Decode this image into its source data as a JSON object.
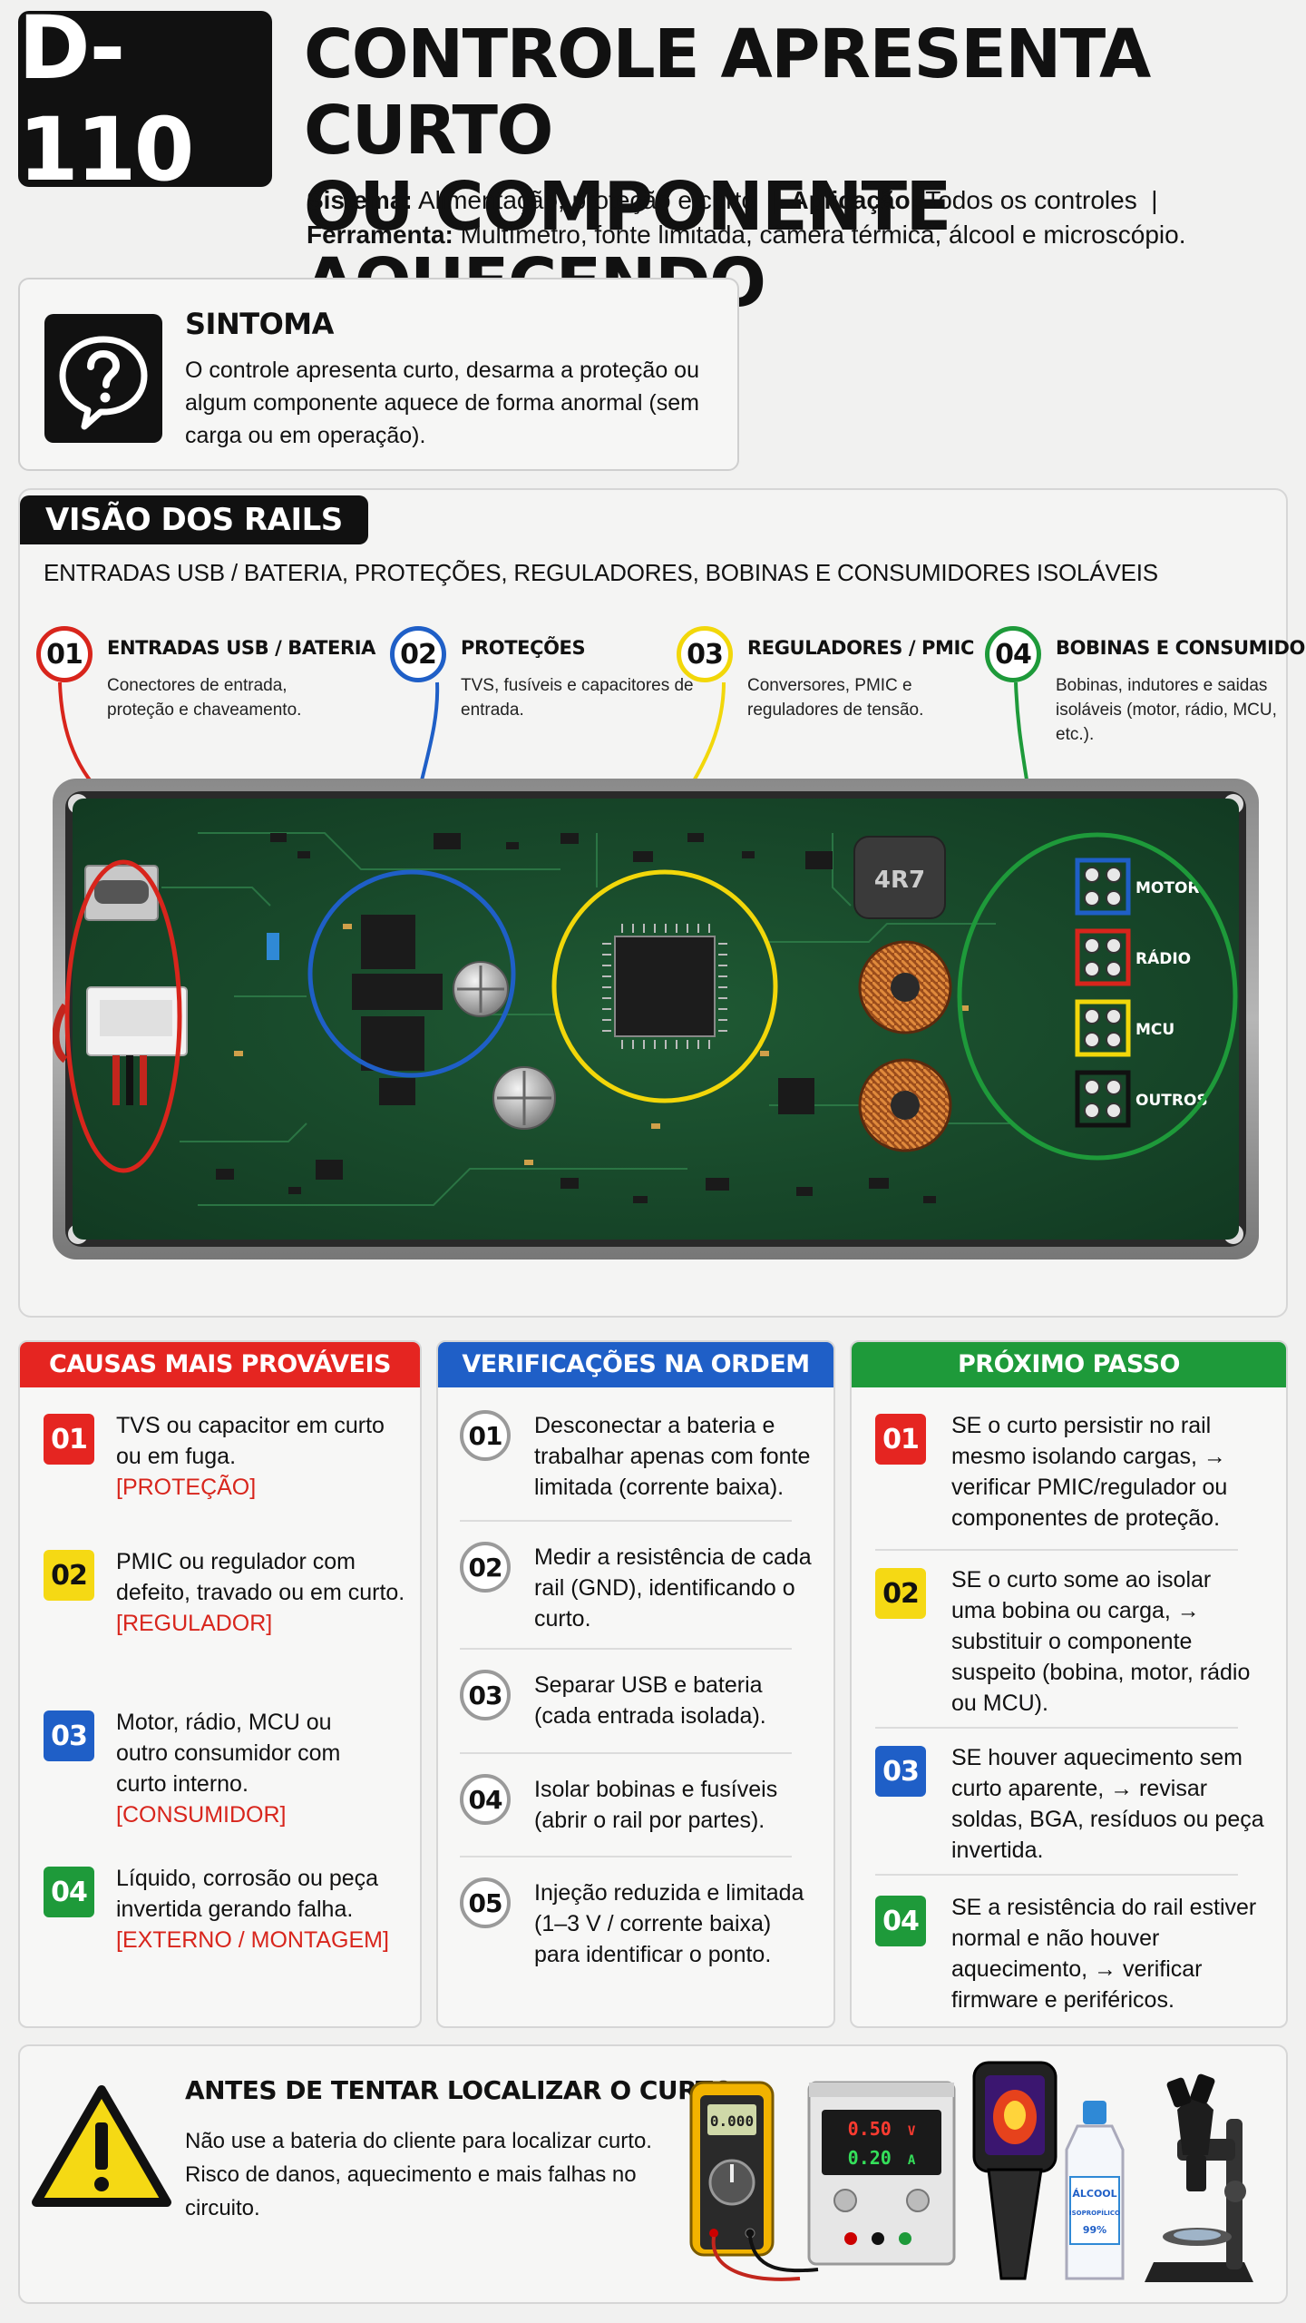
{
  "header": {
    "code": "D-110",
    "title_line1": "CONTROLE APRESENTA CURTO",
    "title_line2": "OU COMPONENTE AQUECENDO",
    "sistema_label": "Sistema:",
    "sistema_value": "Alimentação, proteção e curto",
    "aplicacao_label": "Aplicação:",
    "aplicacao_value": "Todos os controles",
    "ferramenta_label": "Ferramenta:",
    "ferramenta_value": "Multímetro, fonte limitada, câmera térmica, álcool e microscópio.",
    "separator": "|"
  },
  "symptom": {
    "icon": "question-bubble-icon",
    "title": "SINTOMA",
    "text": "O controle apresenta curto, desarma a proteção ou algum componente aquece de forma anormal (sem carga ou em operação)."
  },
  "rails": {
    "tag": "VISÃO DOS RAILS",
    "subtitle": "ENTRADAS USB / BATERIA, PROTEÇÕES, REGULADORES, BOBINAS E CONSUMIDORES ISOLÁVEIS",
    "items": [
      {
        "num": "01",
        "title": "ENTRADAS USB / BATERIA",
        "desc": "Conectores de entrada, proteção e chaveamento.",
        "color": "#d8251c"
      },
      {
        "num": "02",
        "title": "PROTEÇÕES",
        "desc": "TVS, fusíveis e capacitores de entrada.",
        "color": "#1f5fc7"
      },
      {
        "num": "03",
        "title": "REGULADORES / PMIC",
        "desc": "Conversores, PMIC e reguladores de tensão.",
        "color": "#f2d70a"
      },
      {
        "num": "04",
        "title": "BOBINAS E CONSUMIDORES",
        "desc": "Bobinas, indutores e saidas isoláveis (motor, rádio, MCU, etc.).",
        "color": "#1e9a3a"
      }
    ],
    "board": {
      "inductor_label": "4R7",
      "outputs": [
        "MOTOR",
        "RÁDIO",
        "MCU",
        "OUTROS"
      ]
    }
  },
  "columns": {
    "causes": {
      "title": "CAUSAS MAIS PROVÁVEIS",
      "color": "#e52521",
      "items": [
        {
          "num": "01",
          "text": "TVS ou capacitor em curto ou em fuga.",
          "tag": "[PROTEÇÃO]",
          "color": "#e52521"
        },
        {
          "num": "02",
          "text": "PMIC ou regulador com defeito, travado ou em curto.",
          "tag": "[REGULADOR]",
          "color": "#f5d914"
        },
        {
          "num": "03",
          "text": "Motor, rádio, MCU ou outro consumidor com curto interno.",
          "tag": "[CONSUMIDOR]",
          "color": "#1f5fc7"
        },
        {
          "num": "04",
          "text": "Líquido, corrosão ou peça invertida gerando falha.",
          "tag": "[EXTERNO / MONTAGEM]",
          "color": "#1e9a3a"
        }
      ]
    },
    "checks": {
      "title": "VERIFICAÇÕES NA ORDEM",
      "color": "#1f5fc7",
      "items": [
        {
          "num": "01",
          "text": "Desconectar a bateria e trabalhar apenas com fonte limitada (corrente baixa)."
        },
        {
          "num": "02",
          "text": "Medir a resistência de cada rail (GND), identificando o curto."
        },
        {
          "num": "03",
          "text": "Separar USB e bateria (cada entrada isolada)."
        },
        {
          "num": "04",
          "text": "Isolar bobinas e fusíveis (abrir o rail por partes)."
        },
        {
          "num": "05",
          "text": "Injeção reduzida e limitada (1–3 V / corrente baixa) para identificar o ponto."
        }
      ]
    },
    "next": {
      "title": "PRÓXIMO PASSO",
      "color": "#1e9a3a",
      "items": [
        {
          "num": "01",
          "text": "SE o curto persistir no rail mesmo isolando cargas, → verificar PMIC/regulador ou componentes de proteção.",
          "color": "#e52521"
        },
        {
          "num": "02",
          "text": "SE o curto some ao isolar uma bobina ou carga, → substituir o componente suspeito (bobina, motor, rádio ou MCU).",
          "color": "#f5d914"
        },
        {
          "num": "03",
          "text": "SE houver aquecimento sem curto aparente, → revisar soldas, BGA, resíduos ou peça invertida.",
          "color": "#1f5fc7"
        },
        {
          "num": "04",
          "text": "SE a resistência do rail estiver normal e não houver aquecimento, → verificar firmware e periféricos.",
          "color": "#1e9a3a"
        }
      ]
    }
  },
  "warning": {
    "icon": "warning-triangle-icon",
    "title": "ANTES DE TENTAR LOCALIZAR O CURTO:",
    "text": "Não use a bateria do cliente para localizar curto. Risco de danos, aquecimento e mais falhas no circuito.",
    "tools": {
      "multimeter_display": "0.000",
      "psu_voltage": "0.50",
      "psu_voltage_unit": "V",
      "psu_current": "0.20",
      "psu_current_unit": "A",
      "alcohol_line1": "ÁLCOOL",
      "alcohol_line2": "ISOPROPÍLICO",
      "alcohol_line3": "99%"
    }
  }
}
